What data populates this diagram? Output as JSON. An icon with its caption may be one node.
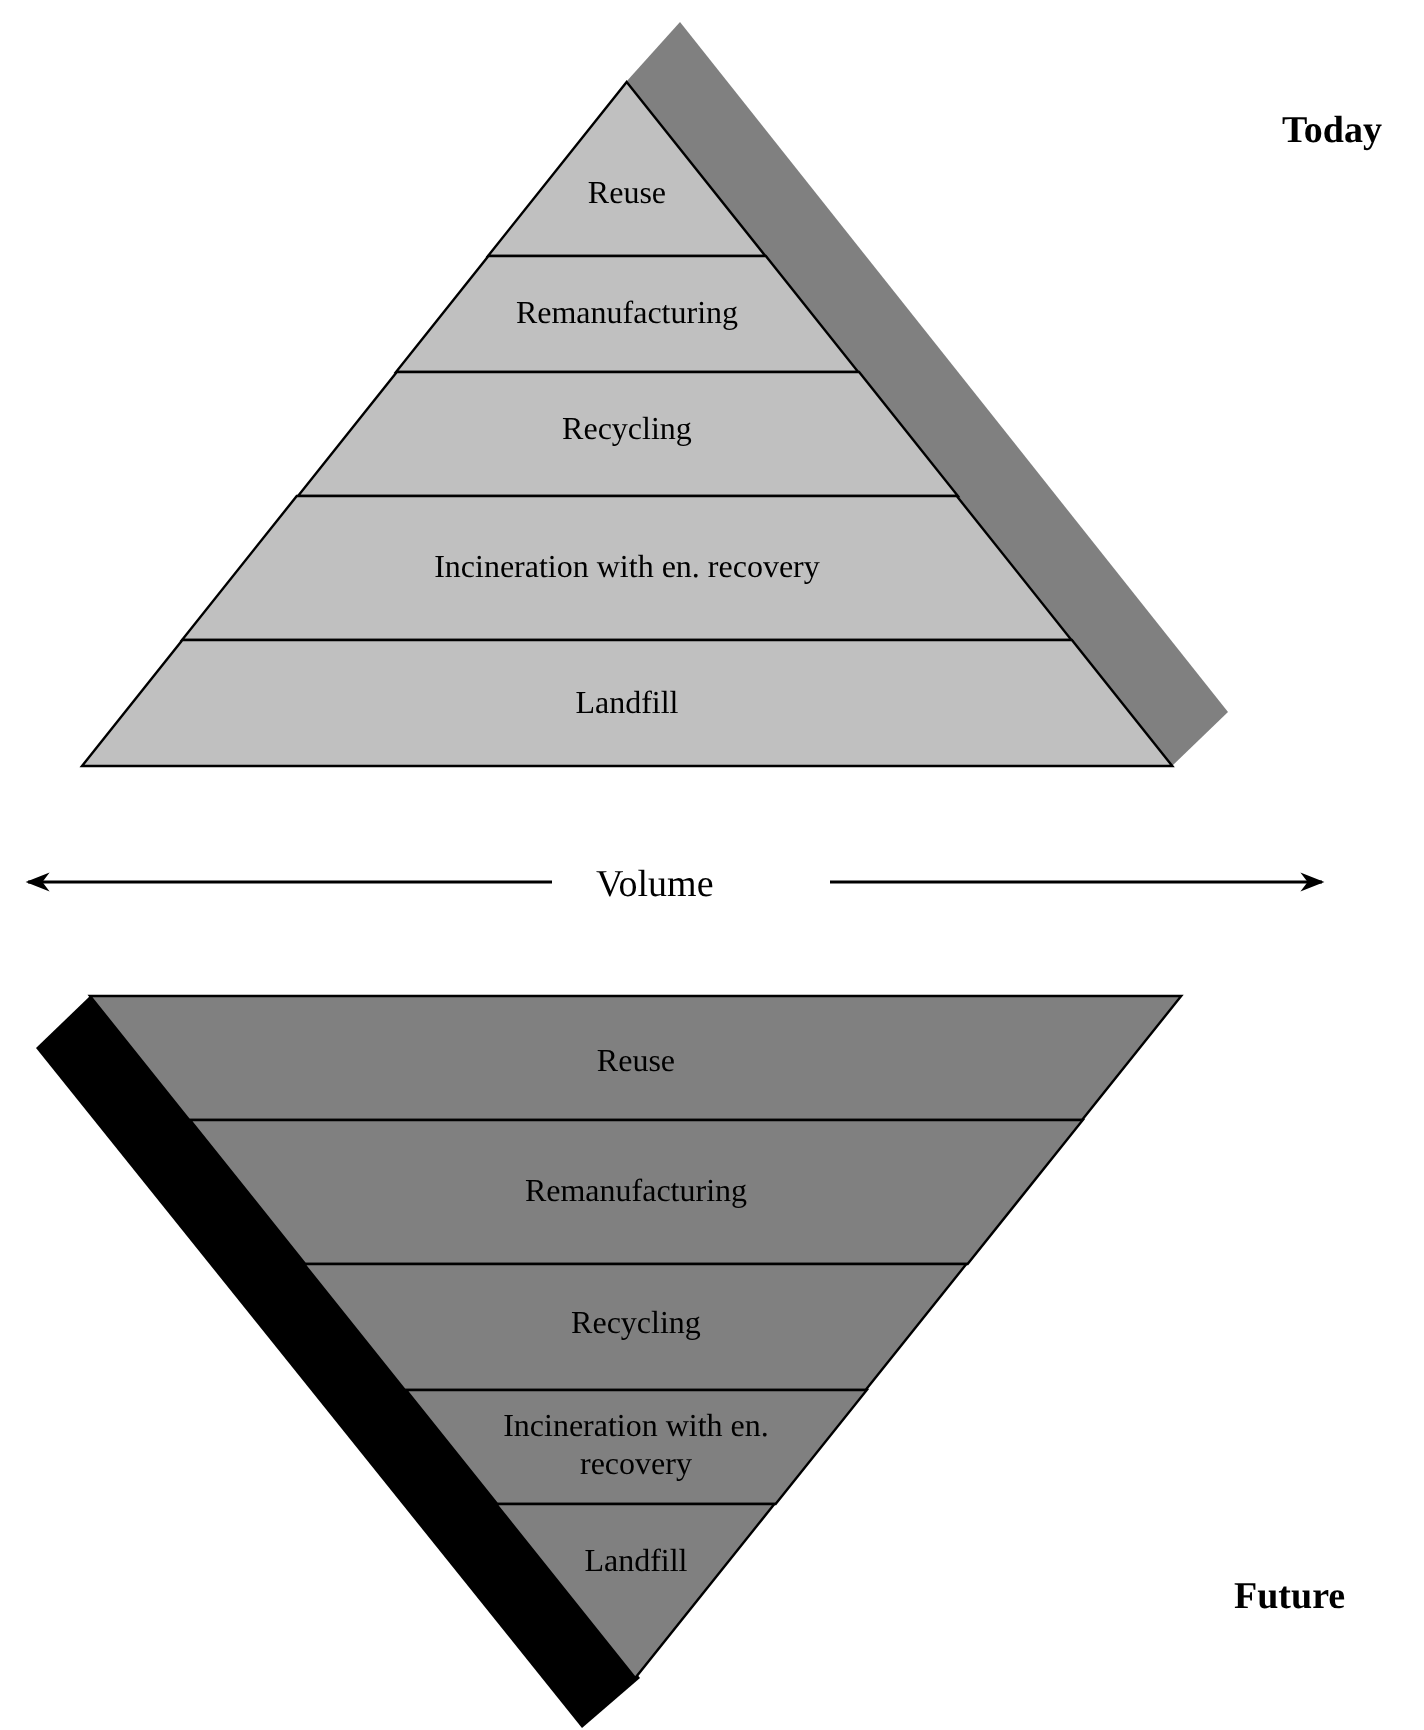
{
  "diagram": {
    "nodes": [
      {
        "text": [
          "Reuse"
        ]
      },
      {
        "text": [
          "Remanufacturing"
        ]
      },
      {
        "text": [
          "Recycling"
        ]
      },
      {
        "text": [
          "Incineration with en. recovery"
        ]
      },
      {
        "text": [
          "Landfill"
        ]
      },
      {
        "text": [
          "Reuse"
        ]
      },
      {
        "text": [
          "Remanufacturing"
        ]
      },
      {
        "text": [
          "Recycling"
        ]
      },
      {
        "text": [
          "Incineration with en. recovery"
        ]
      },
      {
        "text": [
          "Landfill"
        ]
      }
    ],
    "labels": [
      "Today",
      "Volume",
      "Future"
    ]
  }
}
